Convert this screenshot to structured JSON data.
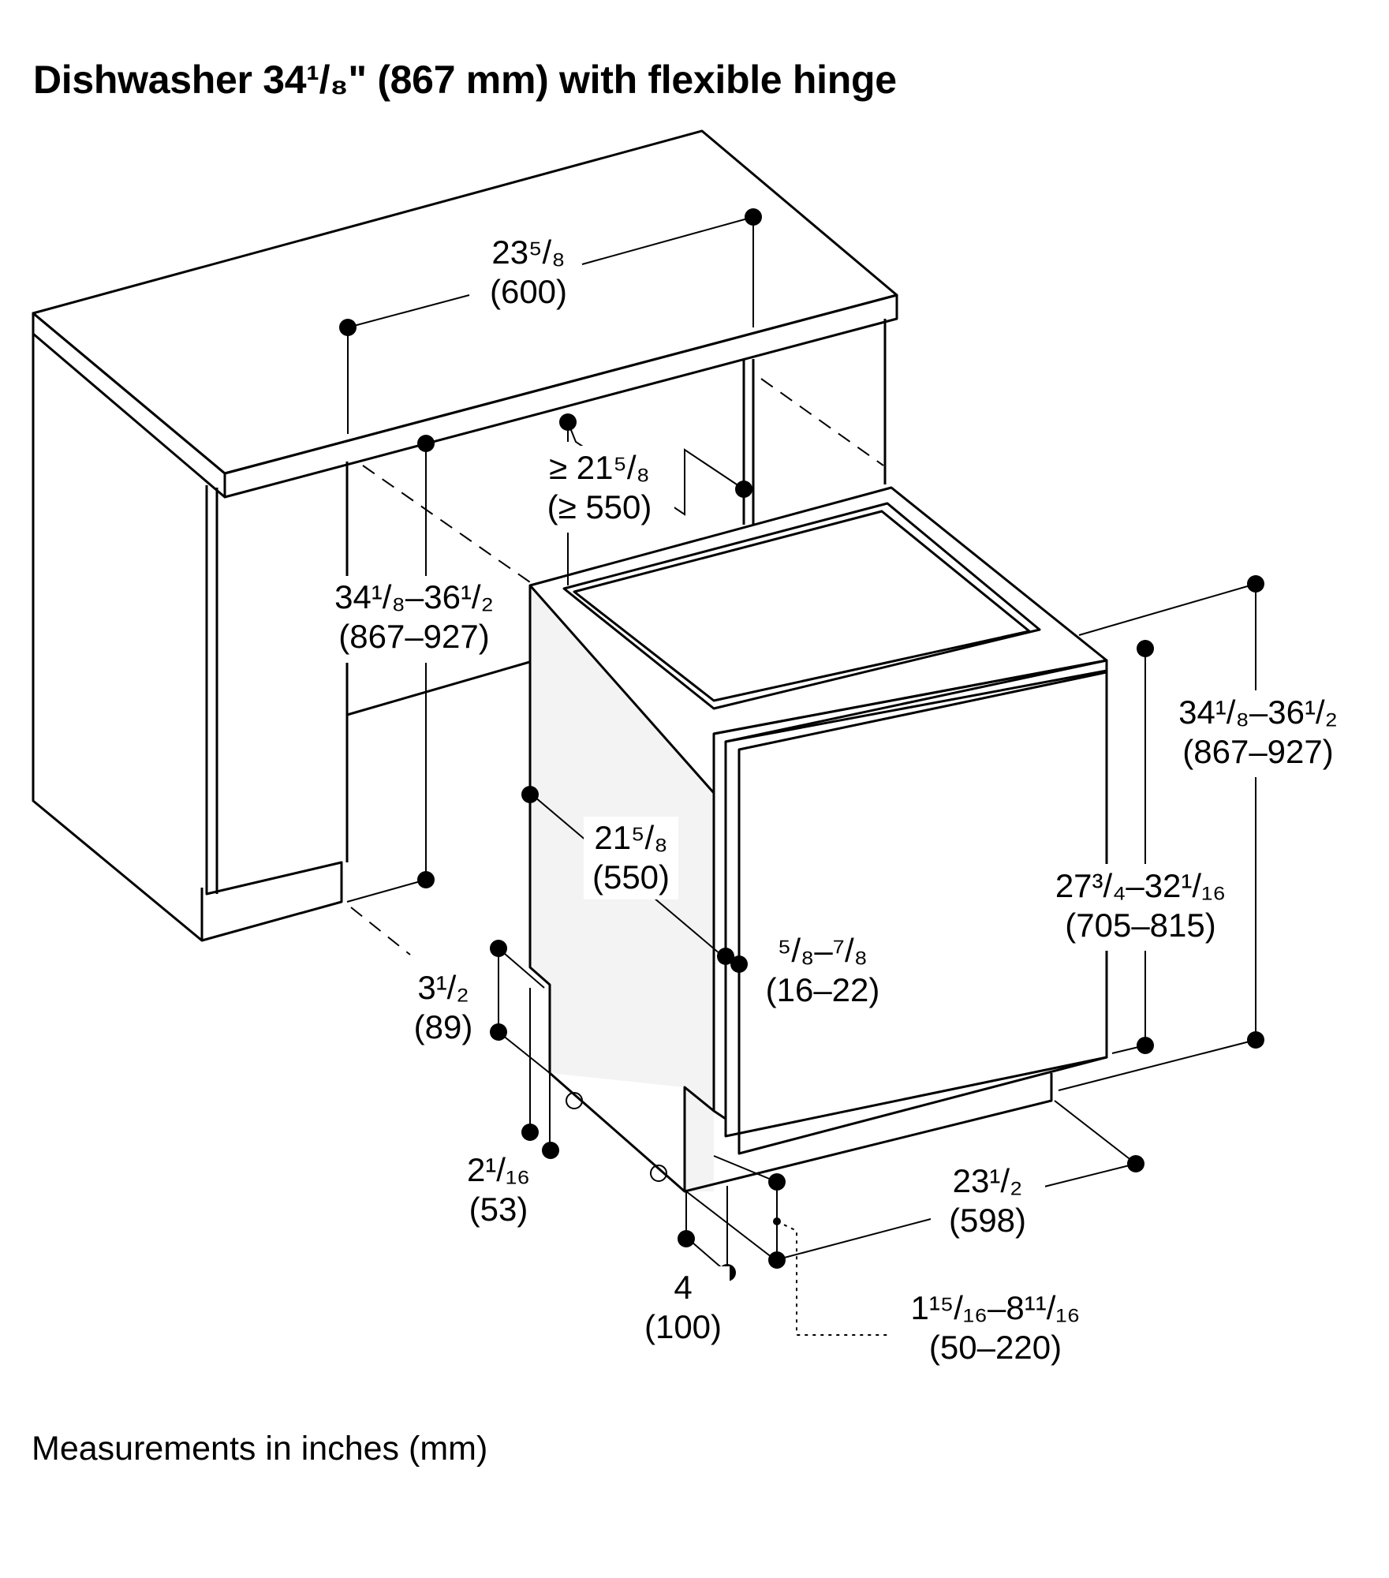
{
  "title": "Dishwasher 34¹/₈\" (867 mm) with flexible hinge",
  "footnote": "Measurements in inches (mm)",
  "dimensions": {
    "cabinet_depth": {
      "inch": "23⁵/₈",
      "mm": "(600)"
    },
    "opening_width": {
      "inch": "≥ 21⁵/₈",
      "mm": "(≥ 550)"
    },
    "opening_height": {
      "inch": "34¹/₈–36¹/₂",
      "mm": "(867–927)"
    },
    "toe_kick_depth": {
      "inch": "3¹/₂",
      "mm": "(89)"
    },
    "foot_height": {
      "inch": "2¹/₁₆",
      "mm": "(53)"
    },
    "appliance_width": {
      "inch": "21⁵/₈",
      "mm": "(550)"
    },
    "door_gap": {
      "inch": "⁵/₈–⁷/₈",
      "mm": "(16–22)"
    },
    "total_height": {
      "inch": "34¹/₈–36¹/₂",
      "mm": "(867–927)"
    },
    "door_height": {
      "inch": "27³/₄–32¹/₁₆",
      "mm": "(705–815)"
    },
    "appliance_depth": {
      "inch": "23¹/₂",
      "mm": "(598)"
    },
    "plinth_setback": {
      "inch": "4",
      "mm": "(100)"
    },
    "plinth_height": {
      "inch": "1¹⁵/₁₆–8¹¹/₁₆",
      "mm": "(50–220)"
    }
  }
}
